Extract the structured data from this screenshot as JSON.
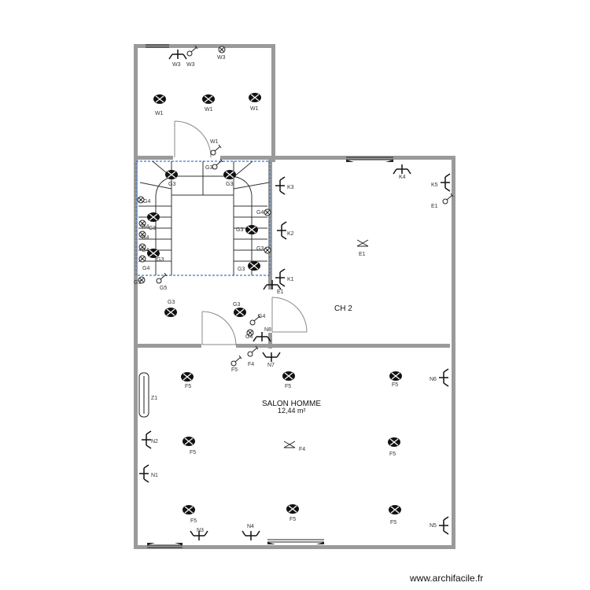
{
  "rooms": {
    "ch2": {
      "name": "CH 2"
    },
    "salon": {
      "name": "SALON HOMME",
      "area": "12,44 m²"
    }
  },
  "footer": {
    "credit": "www.archifacile.fr"
  },
  "lights": [
    {
      "label": "W1"
    },
    {
      "label": "W1"
    },
    {
      "label": "W1"
    },
    {
      "label": "G3"
    },
    {
      "label": "G3"
    },
    {
      "label": "G3"
    },
    {
      "label": "G3"
    },
    {
      "label": "G3"
    },
    {
      "label": "G3"
    },
    {
      "label": "G3"
    },
    {
      "label": "G3"
    },
    {
      "label": "F5"
    },
    {
      "label": "F5"
    },
    {
      "label": "F5"
    },
    {
      "label": "F5"
    },
    {
      "label": "F5"
    },
    {
      "label": "F5"
    },
    {
      "label": "F5"
    },
    {
      "label": "F5"
    }
  ],
  "switches": [
    {
      "label": "W3"
    },
    {
      "label": "W1"
    },
    {
      "label": "G3"
    },
    {
      "label": "G5"
    },
    {
      "label": "G4"
    },
    {
      "label": "E1"
    },
    {
      "label": "F5"
    },
    {
      "label": "F4"
    }
  ],
  "outlets": [
    {
      "label": "W3"
    },
    {
      "label": "G4"
    },
    {
      "label": "G4"
    },
    {
      "label": "G4"
    },
    {
      "label": "G4"
    },
    {
      "label": "G4"
    },
    {
      "label": "G4"
    },
    {
      "label": "G3"
    },
    {
      "label": "G4"
    },
    {
      "label": "G3"
    }
  ],
  "sockets": [
    {
      "label": "W3"
    },
    {
      "label": "K4"
    },
    {
      "label": "K5"
    },
    {
      "label": "K3"
    },
    {
      "label": "K2"
    },
    {
      "label": "K1"
    },
    {
      "label": "E1"
    },
    {
      "label": "N8"
    },
    {
      "label": "N7"
    },
    {
      "label": "N6"
    },
    {
      "label": "N2"
    },
    {
      "label": "N1"
    },
    {
      "label": "N3"
    },
    {
      "label": "N4"
    },
    {
      "label": "N5"
    }
  ],
  "ceiling_points": [
    {
      "label": "E1"
    },
    {
      "label": "F4"
    }
  ],
  "radiator": {
    "label": "Z1"
  }
}
